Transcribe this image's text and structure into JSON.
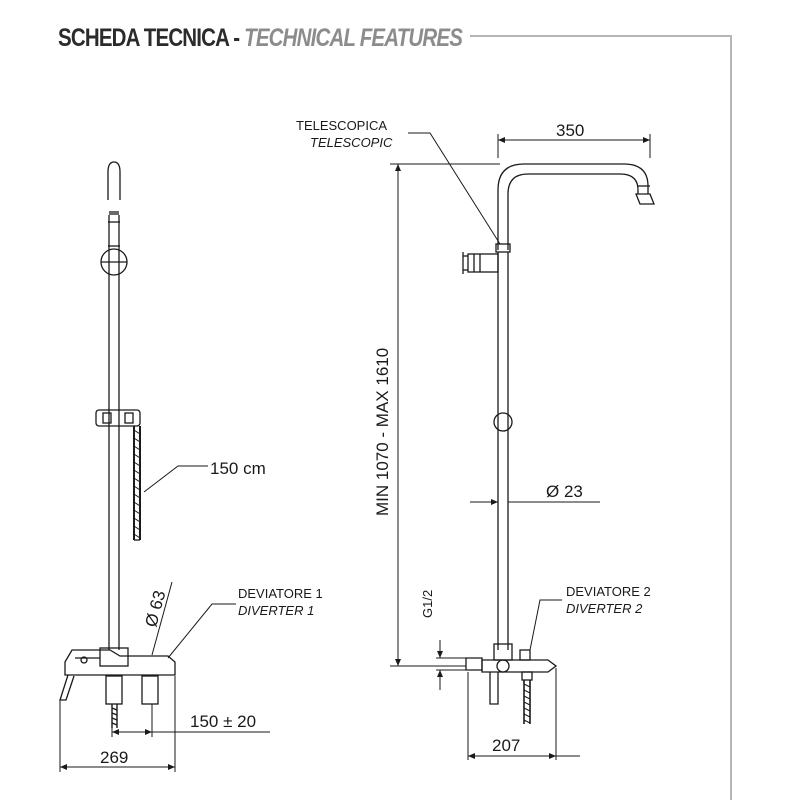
{
  "header": {
    "title_main": "SCHEDA TECNICA",
    "title_sep": " - ",
    "title_sub": "TECHNICAL FEATURES"
  },
  "left_view": {
    "hose_length": "150 cm",
    "flange_diameter": "Ø 63",
    "diverter_label_it": "DEVIATORE 1",
    "diverter_label_en": "DIVERTER 1",
    "centre_distance": "150 ± 20",
    "body_width": "269"
  },
  "right_view": {
    "telescopic_it": "TELESCOPICA",
    "telescopic_en": "TELESCOPIC",
    "arm_length": "350",
    "height_range": "MIN 1070 - MAX 1610",
    "pipe_diameter": "Ø 23",
    "connection": "G1/2",
    "diverter_label_it": "DEVIATORE 2",
    "diverter_label_en": "DIVERTER 2",
    "depth": "207"
  },
  "colors": {
    "line": "#1a1a1a",
    "frame": "#b5b5b5",
    "title_sub": "#8c8c8c"
  }
}
